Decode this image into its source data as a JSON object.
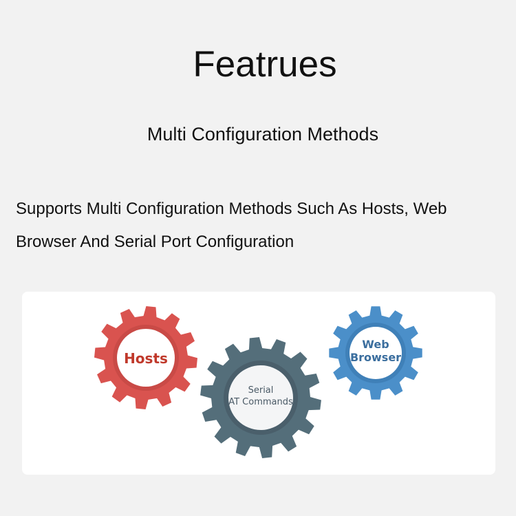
{
  "header": {
    "title": "Featrues",
    "subtitle": "Multi Configuration Methods"
  },
  "description": {
    "line1": "Supports Multi Configuration Methods Such As Hosts, Web",
    "line2": "Browser And Serial Port Configuration"
  },
  "diagram": {
    "gear_hosts": {
      "label": "Hosts",
      "color": "#d9534f",
      "text_color": "#c0392b"
    },
    "gear_serial": {
      "label_line1": "Serial",
      "label_line2": "AT Commands",
      "color": "#546e7a",
      "text_color": "#4a5a66"
    },
    "gear_web": {
      "label_line1": "Web",
      "label_line2": "Browser",
      "color": "#4b8fc9",
      "text_color": "#3b6e9e"
    }
  }
}
